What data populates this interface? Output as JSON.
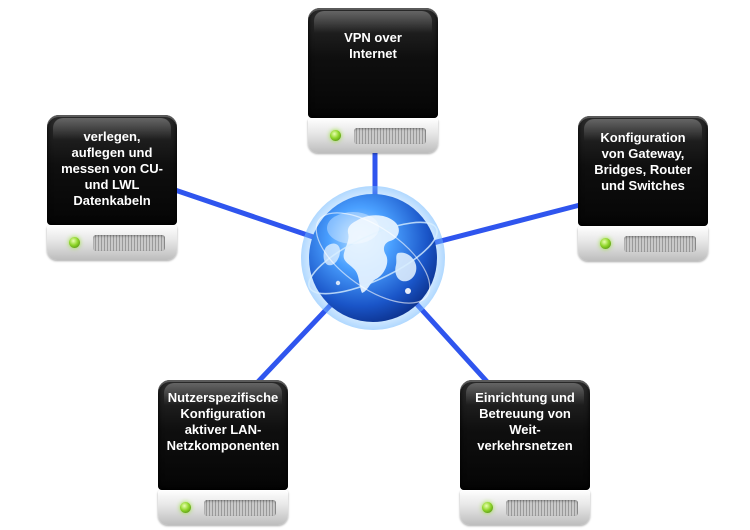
{
  "nodes": {
    "vpn": {
      "label": "VPN over\nInternet"
    },
    "cabling": {
      "label": "verlegen,\nauflegen und\nmessen von CU-\nund LWL\nDatenkabeln"
    },
    "gateway": {
      "label": "Konfiguration\nvon Gateway,\nBridges, Router\nund Switches"
    },
    "lan": {
      "label": "Nutzerspezifische\nKonfiguration\naktiver LAN-\nNetzkomponenten"
    },
    "wan": {
      "label": "Einrichtung und\nBetreuung von\nWeit-\nverkehrsnetzen"
    }
  },
  "colors": {
    "link": "#2f55ee",
    "server_body": "#0f0f0f",
    "led": "#8fd62a",
    "globe_ocean": "#2a6fe0",
    "globe_land": "#e8f4ff"
  },
  "icons": {
    "center": "globe-icon",
    "node": "server-icon",
    "status": "status-led-icon"
  }
}
